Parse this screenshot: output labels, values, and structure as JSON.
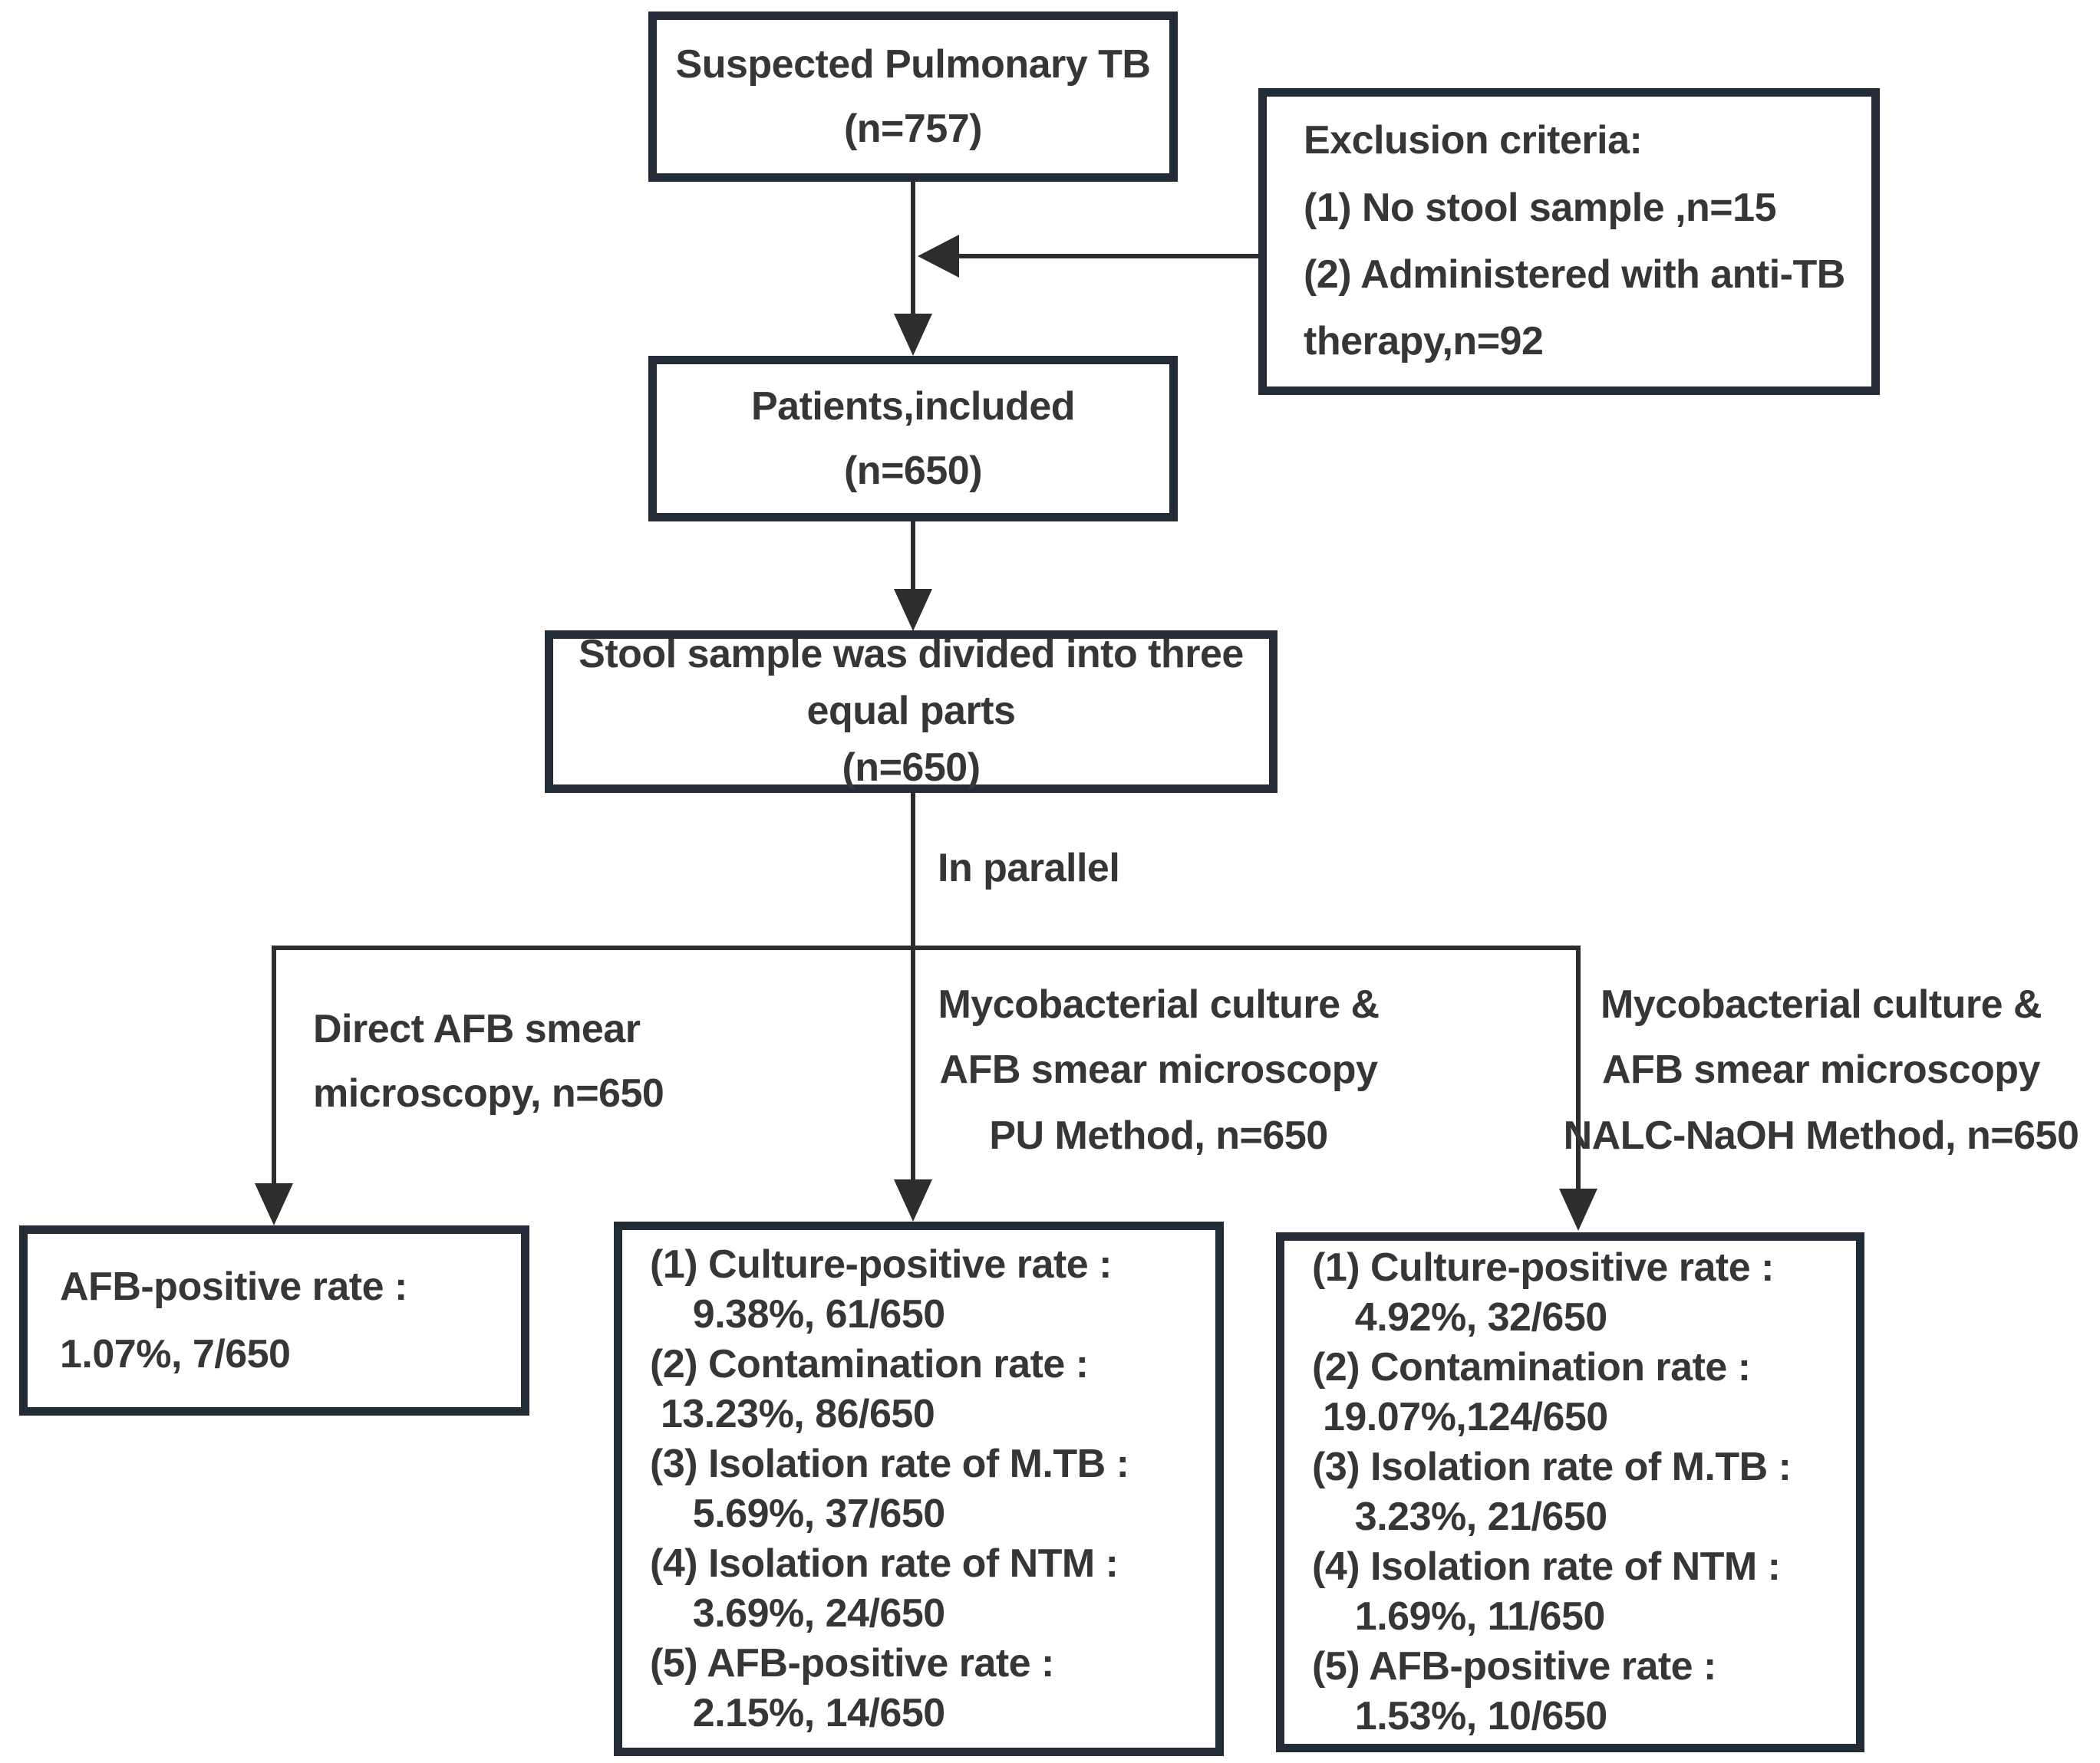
{
  "figure": {
    "background": "#ffffff",
    "border_color": "#222b36",
    "line_color": "#2d2d2d",
    "text_color": "#363636"
  },
  "flow": {
    "suspected": [
      "Suspected Pulmonary TB",
      "(n=757)"
    ],
    "exclusion": [
      "Exclusion criteria:",
      "(1) No stool sample ,n=15",
      "(2) Administered with anti-TB",
      "therapy,n=92"
    ],
    "included": [
      "Patients,included",
      "(n=650)"
    ],
    "stool": [
      "Stool sample was divided into three",
      "equal parts",
      "(n=650)"
    ],
    "parallel_label": "In parallel",
    "branch_left": {
      "label": [
        "Direct AFB smear",
        "microscopy, n=650"
      ],
      "result": [
        "AFB-positive rate :",
        "1.07%, 7/650"
      ]
    },
    "branch_mid": {
      "label": [
        "Mycobacterial culture &",
        "AFB smear microscopy",
        "PU Method, n=650"
      ],
      "result": [
        "(1) Culture-positive rate :",
        "    9.38%, 61/650",
        "(2) Contamination rate :",
        " 13.23%, 86/650",
        "(3) Isolation rate of M.TB :",
        "    5.69%, 37/650",
        "(4) Isolation rate of NTM :",
        "    3.69%, 24/650",
        "(5) AFB-positive rate :",
        "    2.15%, 14/650"
      ],
      "rates": {
        "culture_positive": {
          "percent": "9.38%",
          "fraction": "61/650"
        },
        "contamination": {
          "percent": "13.23%",
          "fraction": "86/650"
        },
        "isolation_mtb": {
          "percent": "5.69%",
          "fraction": "37/650"
        },
        "isolation_ntm": {
          "percent": "3.69%",
          "fraction": "24/650"
        },
        "afb_positive": {
          "percent": "2.15%",
          "fraction": "14/650"
        }
      }
    },
    "branch_right": {
      "label": [
        "Mycobacterial culture &",
        "AFB smear microscopy",
        "NALC-NaOH Method, n=650"
      ],
      "result": [
        "(1) Culture-positive rate :",
        "    4.92%, 32/650",
        "(2) Contamination rate :",
        " 19.07%,124/650",
        "(3) Isolation rate of M.TB :",
        "    3.23%, 21/650",
        "(4) Isolation rate of NTM :",
        "    1.69%, 11/650",
        "(5) AFB-positive rate :",
        "    1.53%, 10/650"
      ],
      "rates": {
        "culture_positive": {
          "percent": "4.92%",
          "fraction": "32/650"
        },
        "contamination": {
          "percent": "19.07%",
          "fraction": "124/650"
        },
        "isolation_mtb": {
          "percent": "3.23%",
          "fraction": "21/650"
        },
        "isolation_ntm": {
          "percent": "1.69%",
          "fraction": "11/650"
        },
        "afb_positive": {
          "percent": "1.53%",
          "fraction": "10/650"
        }
      }
    },
    "left_result_rate": {
      "percent": "1.07%",
      "fraction": "7/650"
    }
  }
}
